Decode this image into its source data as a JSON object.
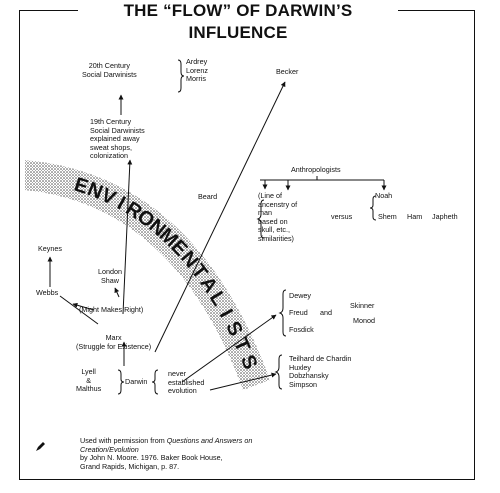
{
  "title": "THE “FLOW” OF DARWIN’S INFLUENCE",
  "band_label": "ENVIRONMENTALISTS",
  "nodes": {
    "social20": [
      "20th Century",
      "Social Darwinists"
    ],
    "ardrey": [
      "Ardrey",
      "Lorenz",
      "Morris"
    ],
    "becker": "Becker",
    "social19": [
      "19th Century",
      "Social Darwinists",
      "explained away",
      "sweat shops,",
      "colonization"
    ],
    "beard": "Beard",
    "anthropologists": "Anthropologists",
    "line_of_ancestry": [
      "(Line of",
      "ancenstry of",
      "man",
      "based on",
      "skull, etc.,",
      "similarities)"
    ],
    "versus": "versus",
    "noah": "Noah",
    "shem": "Shem",
    "ham": "Ham",
    "japheth": "Japheth",
    "keynes": "Keynes",
    "london_shaw": [
      "London",
      "Shaw"
    ],
    "webbs": "Webbs",
    "might_right": "(Might Makes Right)",
    "marx": [
      "Marx",
      "(Struggle for Existence)"
    ],
    "dewey": "Dewey",
    "freud": "Freud",
    "and": "and",
    "skinner_monod": [
      "Skinner",
      "Monod"
    ],
    "fosdick": "Fosdick",
    "lyell": [
      "Lyell",
      "&",
      "Malthus"
    ],
    "darwin": "Darwin",
    "never_established": [
      "never",
      "established",
      "evolution"
    ],
    "teilhard": [
      "Teilhard de Chardin",
      "Huxley",
      "Dobzhansky",
      "Simpson"
    ]
  },
  "credit": {
    "line1_prefix": "Used with permission from ",
    "line1_italic": "Questions and Answers on",
    "line2_italic": "Creation/Evolution",
    "line3": "by John N. Moore. 1976. Baker Book House,",
    "line4": "Grand Rapids, Michigan, p. 87."
  }
}
